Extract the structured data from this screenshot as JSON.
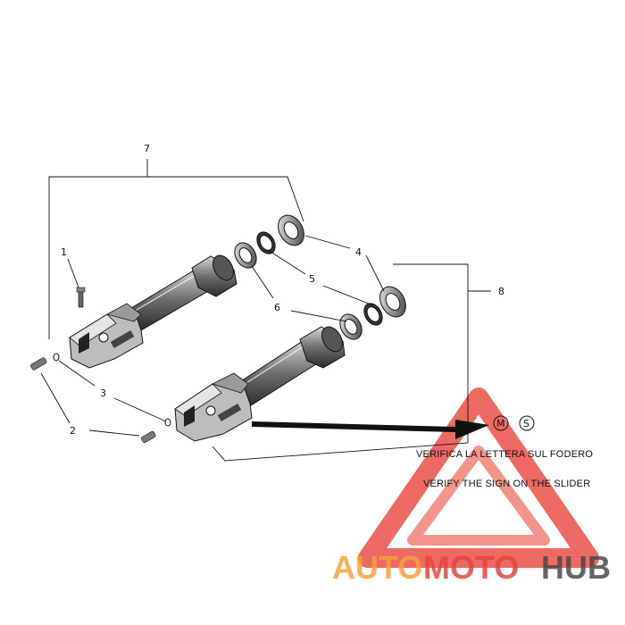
{
  "callouts": {
    "c1": "1",
    "c2": "2",
    "c3": "3",
    "c4": "4",
    "c5": "5",
    "c6": "6",
    "c7": "7",
    "c8": "8"
  },
  "marks": {
    "m": "M",
    "s": "S"
  },
  "notes": {
    "italian": "VERIFICA LA LETTERA SUL FODERO",
    "english": "VERIFY THE SIGN ON THE SLIDER"
  },
  "watermark": {
    "part1": "AUTO",
    "part2": "MOTO",
    "part3": "HUB"
  },
  "colors": {
    "line": "#111111",
    "watermark_red": "#e8453c",
    "watermark_orange": "#f5a13a",
    "watermark_gray": "#4a4a4a"
  }
}
